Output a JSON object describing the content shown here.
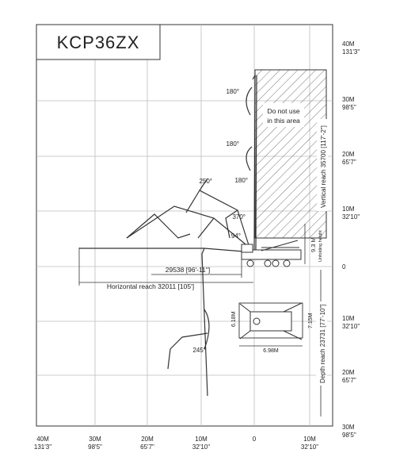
{
  "title": "KCP36ZX",
  "right_axis": [
    {
      "m": "40M",
      "ft": "131'3\""
    },
    {
      "m": "30M",
      "ft": "98'5\""
    },
    {
      "m": "20M",
      "ft": "65'7\""
    },
    {
      "m": "10M",
      "ft": "32'10\""
    },
    {
      "m": "0",
      "ft": ""
    },
    {
      "m": "10M",
      "ft": "32'10\""
    },
    {
      "m": "20M",
      "ft": "65'7\""
    },
    {
      "m": "30M",
      "ft": "98'5\""
    }
  ],
  "bottom_axis": [
    {
      "m": "40M",
      "ft": "131'3\""
    },
    {
      "m": "30M",
      "ft": "98'5\""
    },
    {
      "m": "20M",
      "ft": "65'7\""
    },
    {
      "m": "10M",
      "ft": "32'10\""
    },
    {
      "m": "0",
      "ft": ""
    },
    {
      "m": "10M",
      "ft": "32'10\""
    }
  ],
  "labels": {
    "no_use_line1": "Do not use",
    "no_use_line2": "in this area",
    "vertical_reach": "Vertical reach 35700 [117'-2\"]",
    "depth_reach": "Depth reach 23731 [77'-10\"]",
    "unfolding_height_value": "9.3 M",
    "unfolding_height_label": "Unfolding height",
    "dim_29538": "29538 [96'-11\"]",
    "horizontal_reach": "Horizontal reach 32011 [105']",
    "outrigger_front": "6.18M",
    "outrigger_side": "7.15M",
    "outrigger_width": "6.98M"
  },
  "angles": {
    "a1": "180°",
    "a2": "180°",
    "a3": "250°",
    "a4": "180°",
    "a5": "370°",
    "a6": "94°",
    "a7": "245°"
  }
}
